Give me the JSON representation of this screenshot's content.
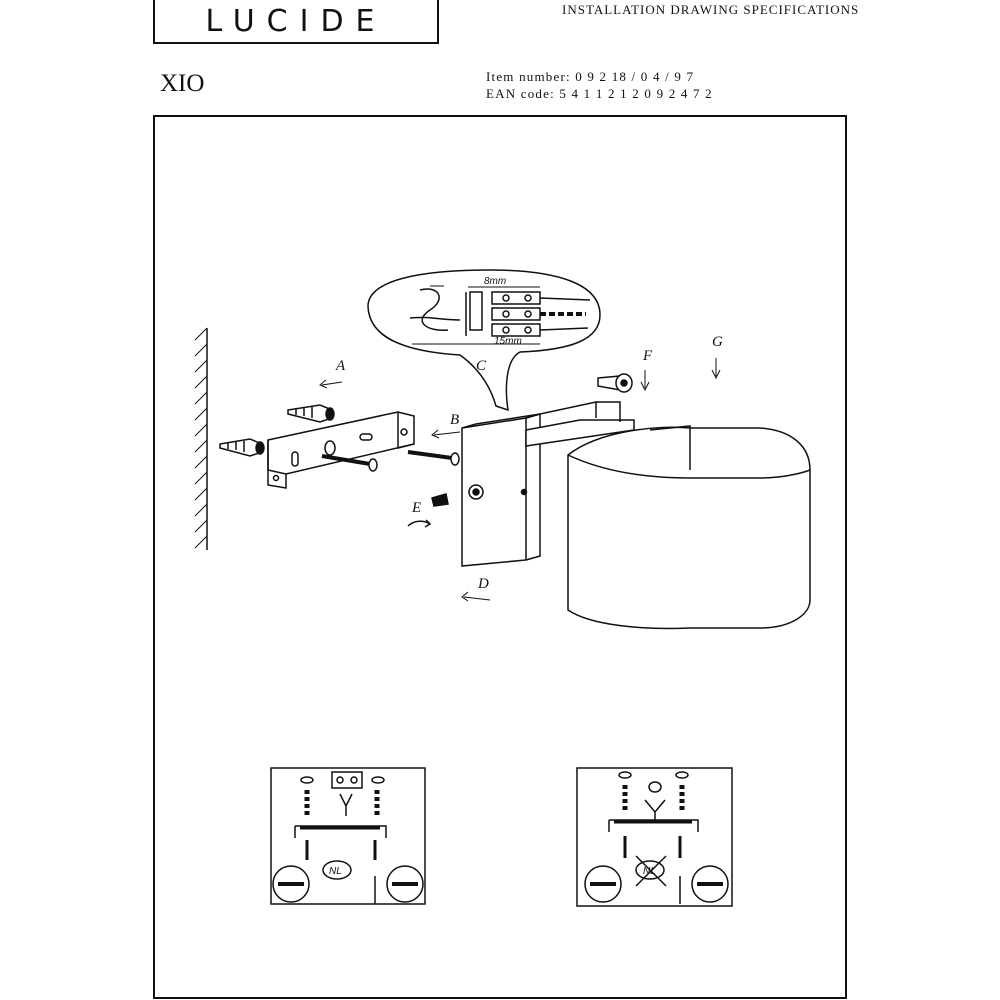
{
  "header": {
    "logo": "LUCIDE",
    "doc_title": "INSTALLATION DRAWING SPECIFICATIONS"
  },
  "product": {
    "name": "XIO",
    "item_number": "Item number: 0 9 2 18 / 0 4 / 9 7",
    "ean_code": "EAN code: 5 4 1 1 2 1 2 0 9 2 4 7 2"
  },
  "drawing": {
    "labels": [
      "A",
      "B",
      "C",
      "D",
      "E",
      "F",
      "G"
    ],
    "dimensions": [
      "8mm",
      "15mm"
    ],
    "panel_badge": "NL"
  }
}
